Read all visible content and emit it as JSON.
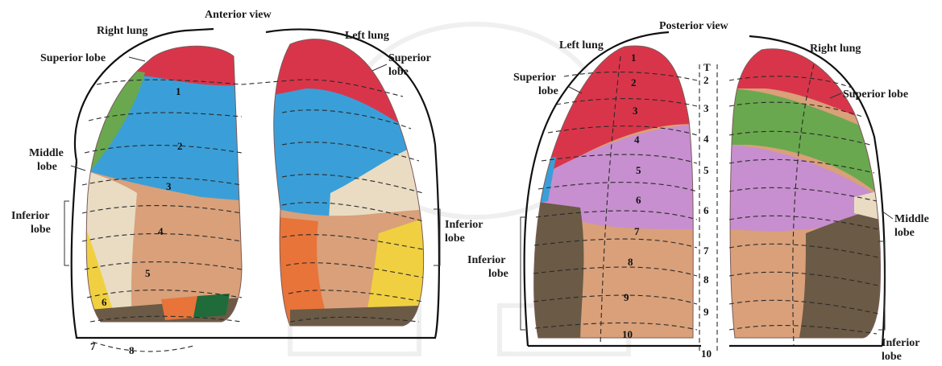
{
  "anterior": {
    "title": "Anterior view",
    "right_lung": "Right lung",
    "left_lung": "Left lung",
    "superior_lobe_left_side": "Superior lobe",
    "superior_lobe_right_side": [
      "Superior",
      "lobe"
    ],
    "middle_lobe": [
      "Middle",
      "lobe"
    ],
    "inferior_lobe_left_side": [
      "Inferior",
      "lobe"
    ],
    "inferior_lobe_right_side": [
      "Inferior",
      "lobe"
    ],
    "rib_numbers": [
      "1",
      "2",
      "3",
      "4",
      "5",
      "6",
      "7",
      "8"
    ]
  },
  "posterior": {
    "title": "Posterior view",
    "left_lung": "Left lung",
    "right_lung": "Right lung",
    "superior_lobe_left_side": [
      "Superior",
      "lobe"
    ],
    "superior_lobe_right_side": "Superior lobe",
    "middle_lobe": [
      "Middle",
      "lobe"
    ],
    "inferior_lobe_left_side": [
      "Inferior",
      "lobe"
    ],
    "inferior_lobe_right_side": [
      "Inferior",
      "lobe"
    ],
    "rib_numbers": [
      "1",
      "2",
      "3",
      "4",
      "5",
      "6",
      "7",
      "8",
      "9",
      "10"
    ],
    "vertebra_labels": [
      "T",
      "2",
      "3",
      "4",
      "5",
      "6",
      "7",
      "8",
      "9",
      "10"
    ]
  },
  "colors": {
    "superior_red": "#d9354a",
    "upper_blue": "#3a9fd8",
    "middle_green": "#6aa84f",
    "middle_purple": "#c78fcf",
    "lower_tan": "#d9a07a",
    "lower_brown": "#6b5a45",
    "lower_yellow": "#f0d040",
    "orange": "#e8743a",
    "cream": "#e9dcc3"
  }
}
